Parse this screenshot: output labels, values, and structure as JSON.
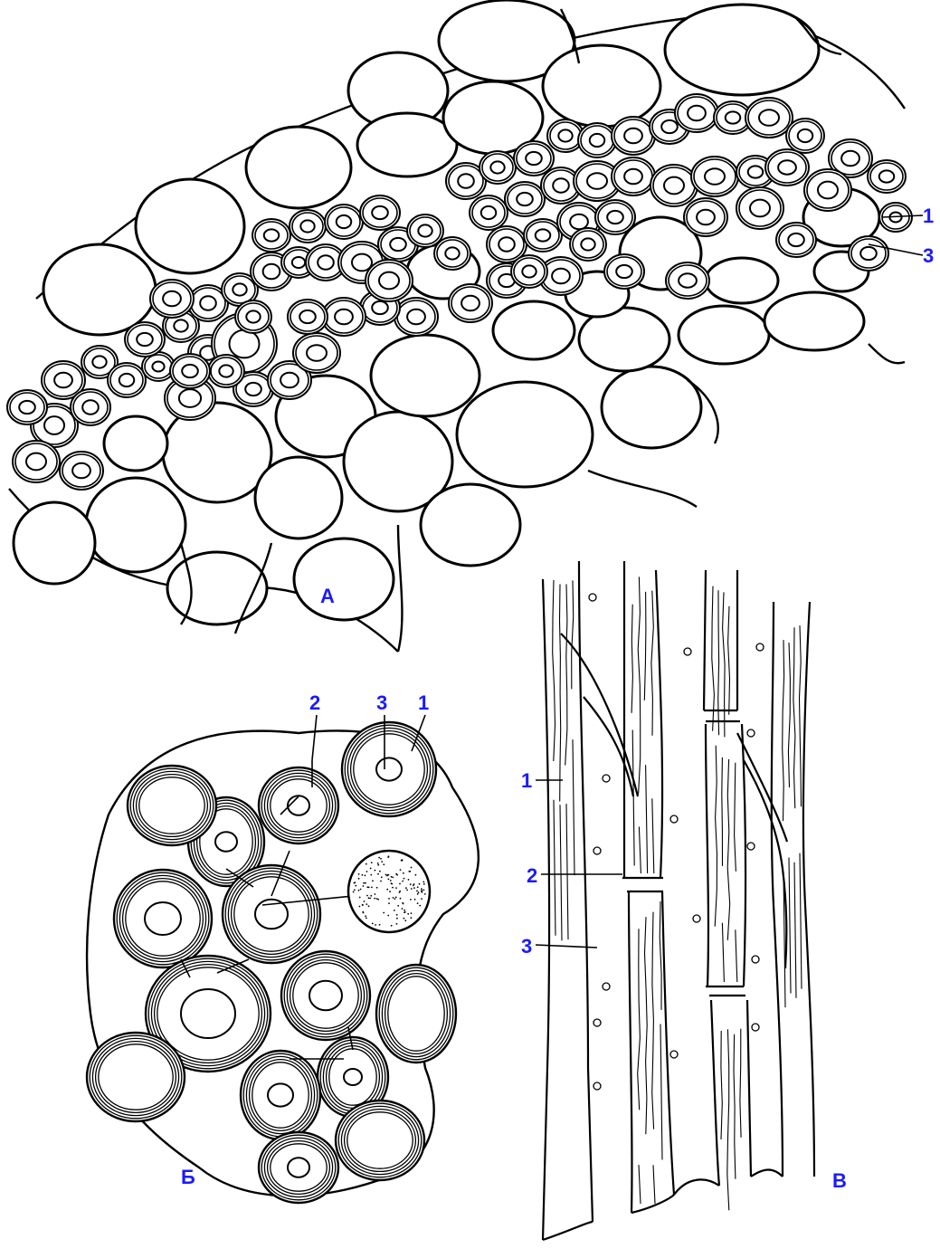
{
  "colors": {
    "label": "#1a1aff",
    "ink": "#000000",
    "paper": "#ffffff"
  },
  "panels": {
    "A": {
      "letter": "А",
      "labels": [
        "1",
        "3"
      ]
    },
    "B": {
      "letter": "Б",
      "labels": [
        "2",
        "3",
        "1"
      ]
    },
    "V": {
      "letter": "В",
      "labels": [
        "1",
        "2",
        "3"
      ]
    }
  }
}
